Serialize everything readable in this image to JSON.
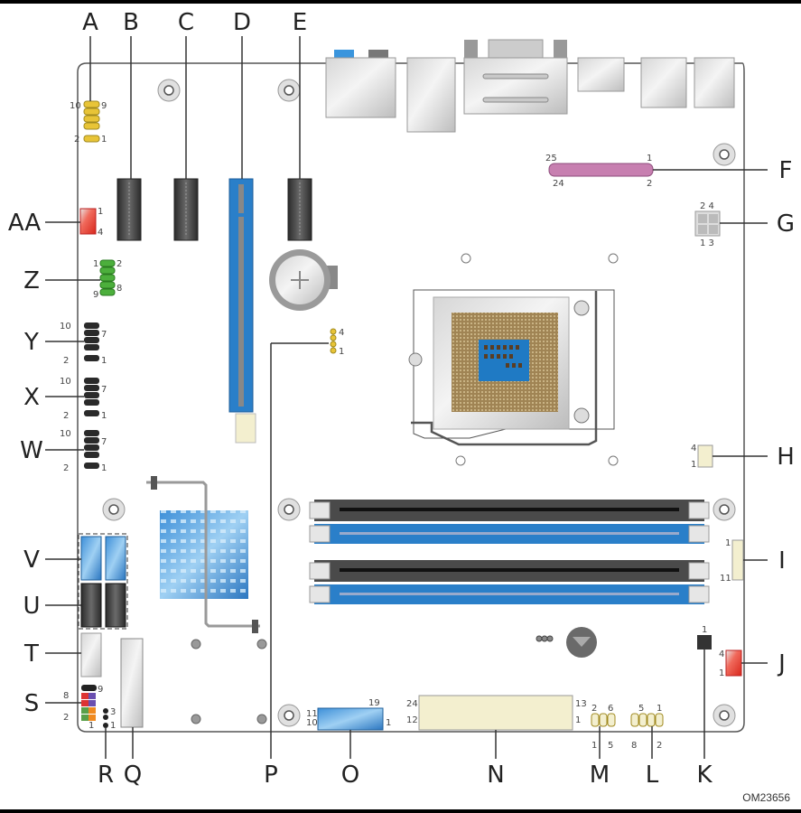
{
  "figure": {
    "id_label": "OM23656",
    "board_description": "Desktop motherboard component location diagram"
  },
  "callouts": {
    "top": [
      {
        "letter": "A",
        "pins": [
          "10",
          "9",
          "2",
          "1"
        ]
      },
      {
        "letter": "B"
      },
      {
        "letter": "C"
      },
      {
        "letter": "D"
      },
      {
        "letter": "E"
      }
    ],
    "right": [
      {
        "letter": "F",
        "pins": [
          "25",
          "1",
          "24",
          "2"
        ]
      },
      {
        "letter": "G",
        "pins": [
          "2 4",
          "1 3"
        ]
      },
      {
        "letter": "H",
        "pins": [
          "4",
          "1"
        ]
      },
      {
        "letter": "I",
        "pins": [
          "1",
          "11"
        ]
      },
      {
        "letter": "J",
        "pins": [
          "4",
          "1"
        ]
      }
    ],
    "bottom": [
      {
        "letter": "K",
        "pins": [
          "1"
        ]
      },
      {
        "letter": "L",
        "pins": [
          "5",
          "1",
          "8",
          "2"
        ]
      },
      {
        "letter": "M",
        "pins": [
          "2",
          "6",
          "1",
          "5"
        ]
      },
      {
        "letter": "N",
        "pins": [
          "24",
          "13",
          "12",
          "1"
        ]
      },
      {
        "letter": "O",
        "pins": [
          "19",
          "11",
          "10",
          "1"
        ]
      },
      {
        "letter": "P",
        "pins": [
          "4",
          "1"
        ]
      },
      {
        "letter": "Q"
      },
      {
        "letter": "R",
        "pins": [
          "3",
          "1"
        ]
      }
    ],
    "left": [
      {
        "letter": "S",
        "pins": [
          "9",
          "8",
          "2",
          "1"
        ]
      },
      {
        "letter": "T"
      },
      {
        "letter": "U"
      },
      {
        "letter": "V"
      },
      {
        "letter": "W",
        "pins": [
          "10",
          "7",
          "2",
          "1"
        ]
      },
      {
        "letter": "X",
        "pins": [
          "10",
          "7",
          "2",
          "1"
        ]
      },
      {
        "letter": "Y",
        "pins": [
          "10",
          "7",
          "2",
          "1"
        ]
      },
      {
        "letter": "Z",
        "pins": [
          "1",
          "2",
          "9",
          "8"
        ]
      },
      {
        "letter": "AA",
        "pins": [
          "1",
          "4"
        ]
      }
    ]
  },
  "colors": {
    "board_outline": "#555555",
    "pcie_blue": "#2a7fc9",
    "dimm_blue": "#2a7fc9",
    "dimm_black": "#3a3a3a",
    "header_yellow": "#e8c437",
    "header_green": "#4caf3c",
    "header_pink": "#c77fb0",
    "fan_red": "#e23b2e",
    "connector_cream": "#f3efcf",
    "heatsink_blue": "#4a90d9"
  }
}
